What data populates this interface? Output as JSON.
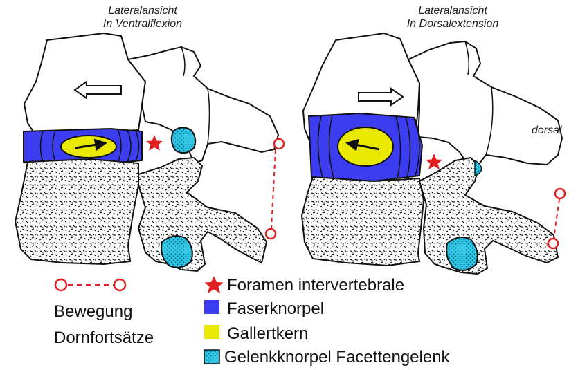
{
  "titles": {
    "left": [
      "Lateralansicht",
      "In Ventralflexion"
    ],
    "right": [
      "Lateralansicht",
      "In Dorsalextension"
    ]
  },
  "direction_label": "dorsal",
  "legend": {
    "motion": {
      "lines": [
        "Bewegung",
        "Dornfortsätze"
      ],
      "color": "#e02020"
    },
    "items": [
      {
        "symbol": "star",
        "label": "Foramen intervertebrale",
        "color": "#e02020"
      },
      {
        "symbol": "square",
        "label": "Faserknorpel",
        "color": "#3c3cf0"
      },
      {
        "symbol": "square",
        "label": "Gallertkern",
        "color": "#e8e800"
      },
      {
        "symbol": "dotted-square",
        "label": "Gelenkknorpel Facettengelenk",
        "color": "#2ec8e8"
      }
    ]
  },
  "colors": {
    "fibrocartilage": "#3c3cf0",
    "nucleus": "#e8e800",
    "joint_cartilage": "#2ec8e8",
    "foramen_star": "#e02020",
    "motion": "#e02020",
    "outline": "#111111"
  },
  "panels": [
    {
      "name": "ventral-flexion",
      "nucleus_arrow_direction": "right"
    },
    {
      "name": "dorsal-extension",
      "nucleus_arrow_direction": "left"
    }
  ]
}
